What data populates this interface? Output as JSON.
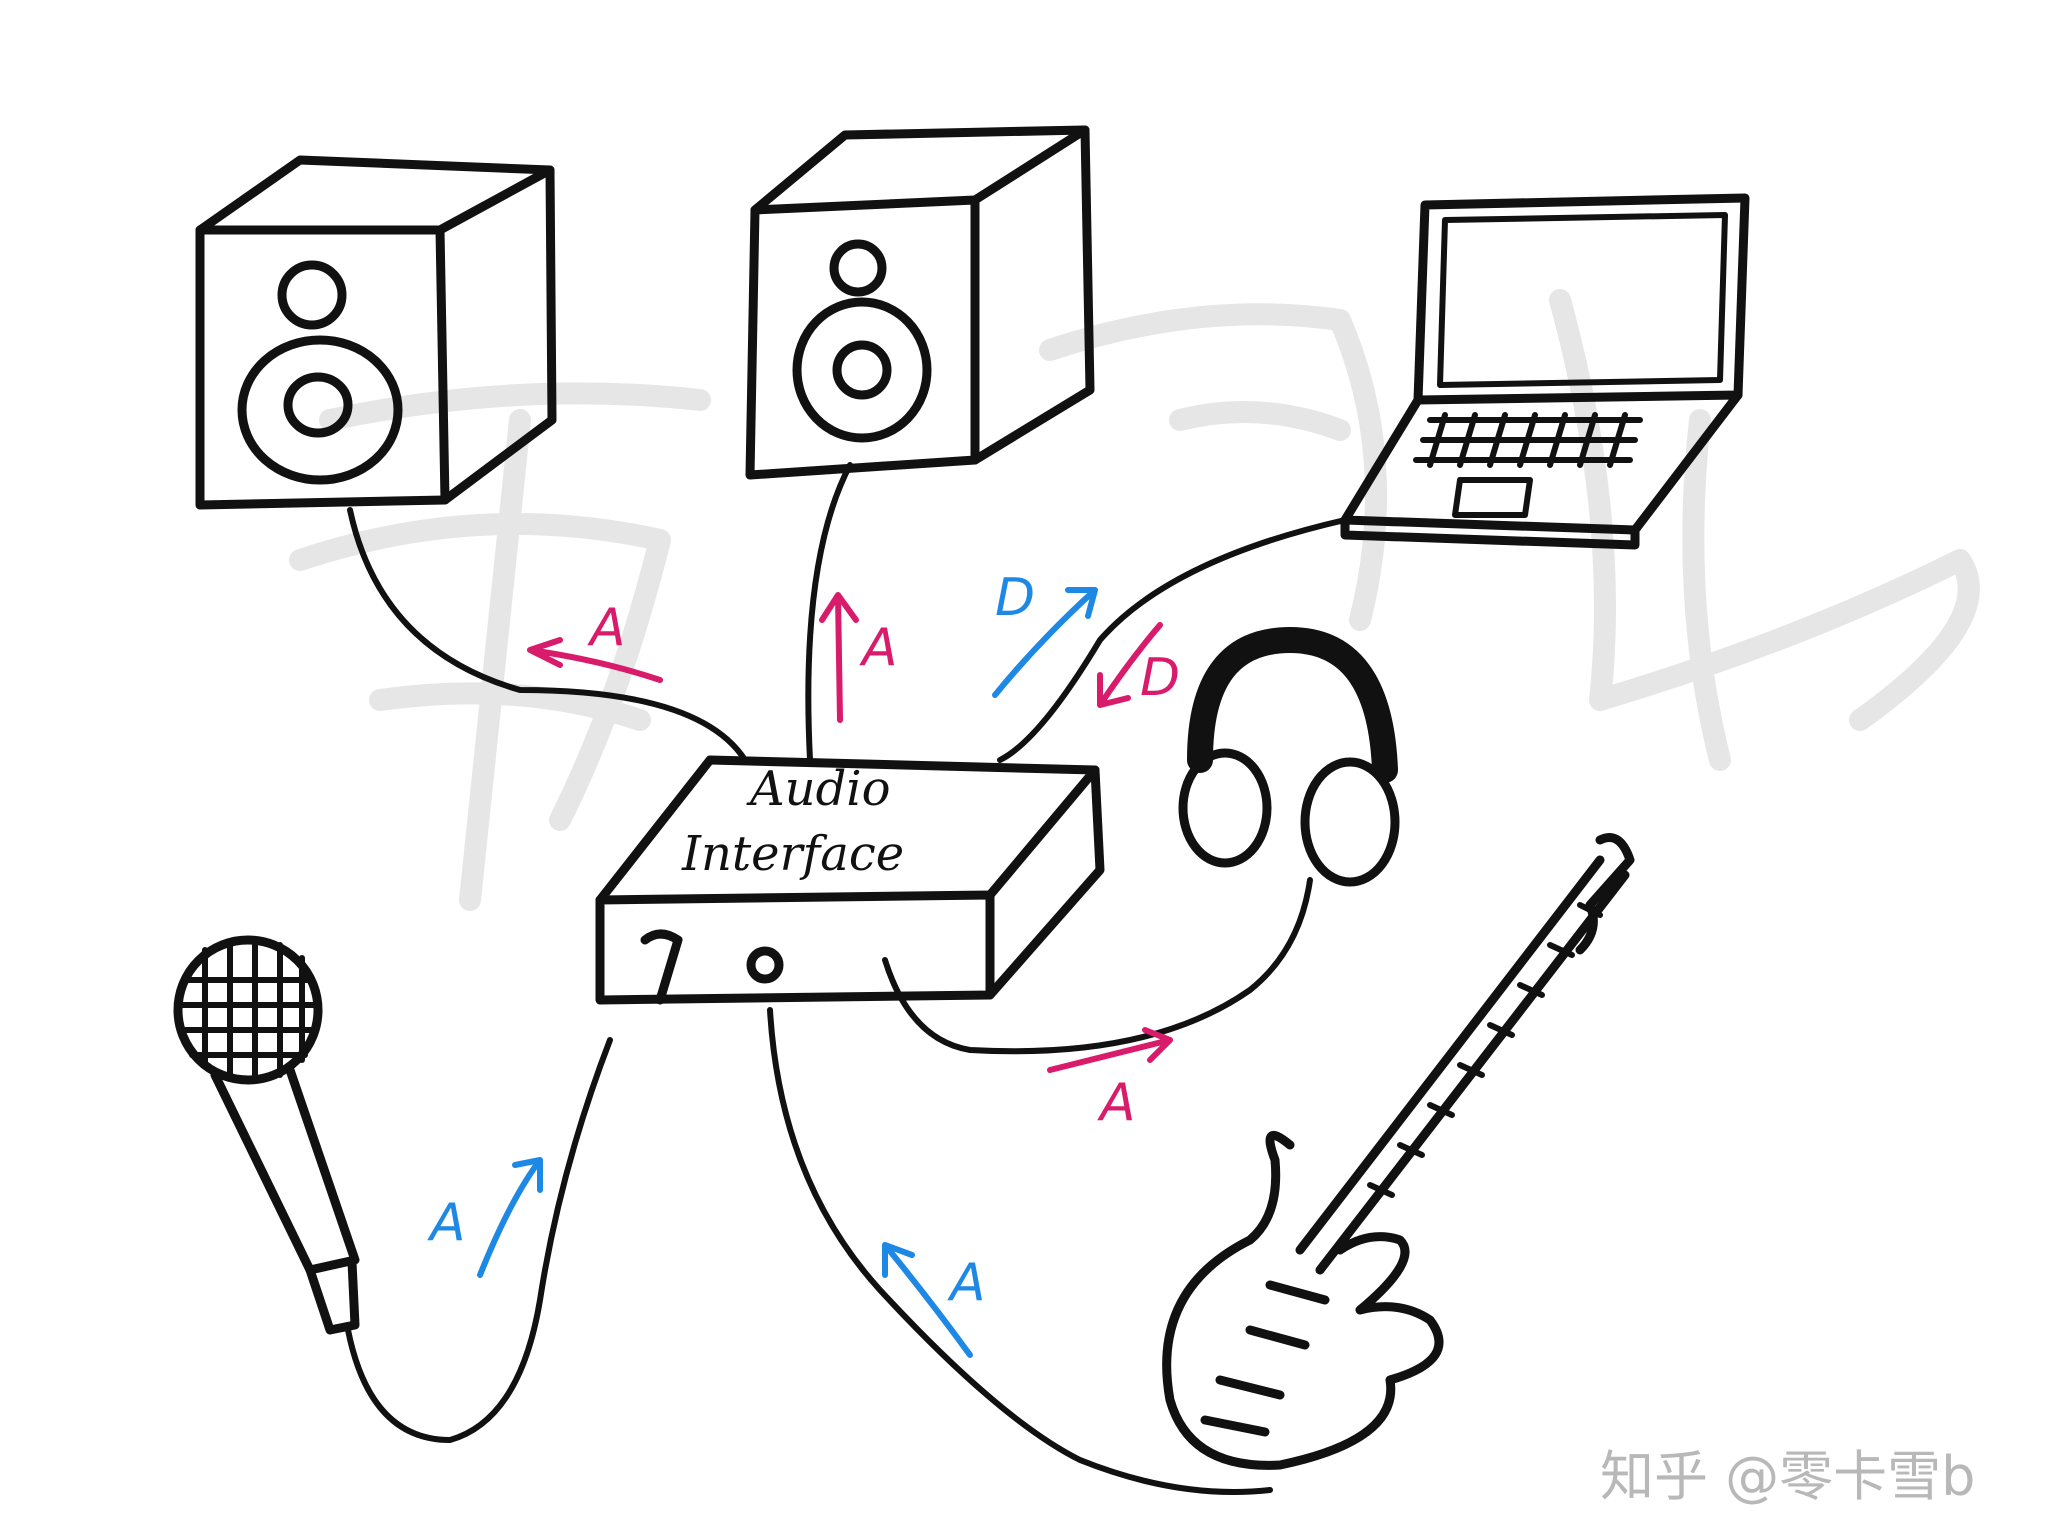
{
  "interface": {
    "line1": "Audio",
    "line2": "Interface"
  },
  "signals": {
    "left_speaker": "A",
    "right_speaker": "A",
    "to_laptop": "D",
    "from_laptop": "D",
    "headphones": "A",
    "microphone": "A",
    "guitar": "A"
  },
  "watermark": {
    "credit": "知乎 @零卡雪b"
  },
  "colors": {
    "analog_out": "#d81b6a",
    "input_digital": "#1e88e5",
    "ink": "#111111"
  }
}
